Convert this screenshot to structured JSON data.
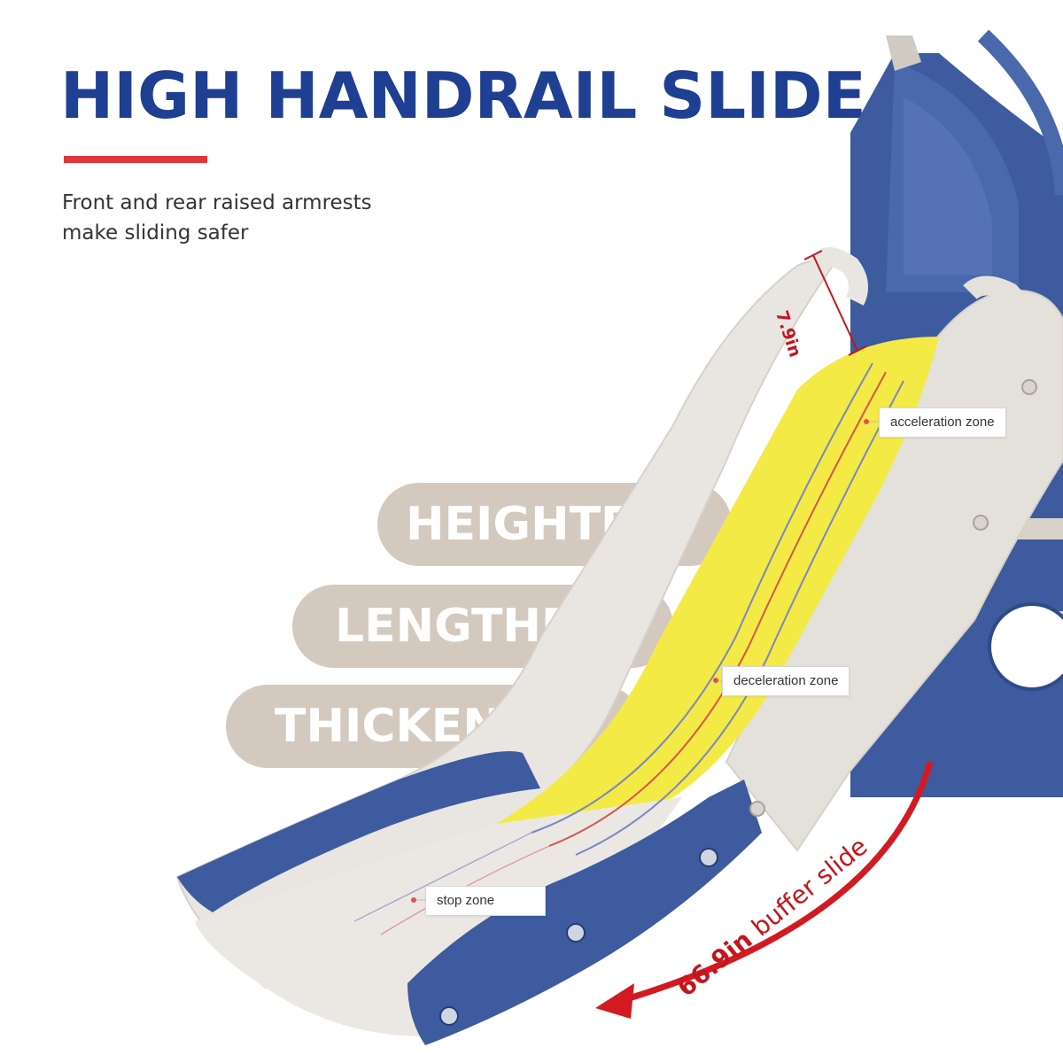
{
  "header": {
    "title": "HIGH HANDRAIL SLIDE",
    "subtitle_line1": "Front and rear raised armrests",
    "subtitle_line2": "make sliding safer"
  },
  "features": [
    "HEIGHTEN",
    "LENGTHEN",
    "THICKEN"
  ],
  "zones": {
    "acceleration": "acceleration zone",
    "deceleration": "deceleration zone",
    "stop": "stop zone"
  },
  "dimensions": {
    "handrail_height": "7.9in",
    "buffer_length": "66.9in",
    "buffer_label": "buffer slide"
  },
  "colors": {
    "title": "#1e3f92",
    "accent_rule": "#e0373c",
    "slide_blue": "#3d5b9e",
    "slide_yellow": "#f3ea45",
    "slide_white": "#e9e6e1",
    "pill": "#d3c9bf",
    "dimension_red": "#c4151c"
  }
}
